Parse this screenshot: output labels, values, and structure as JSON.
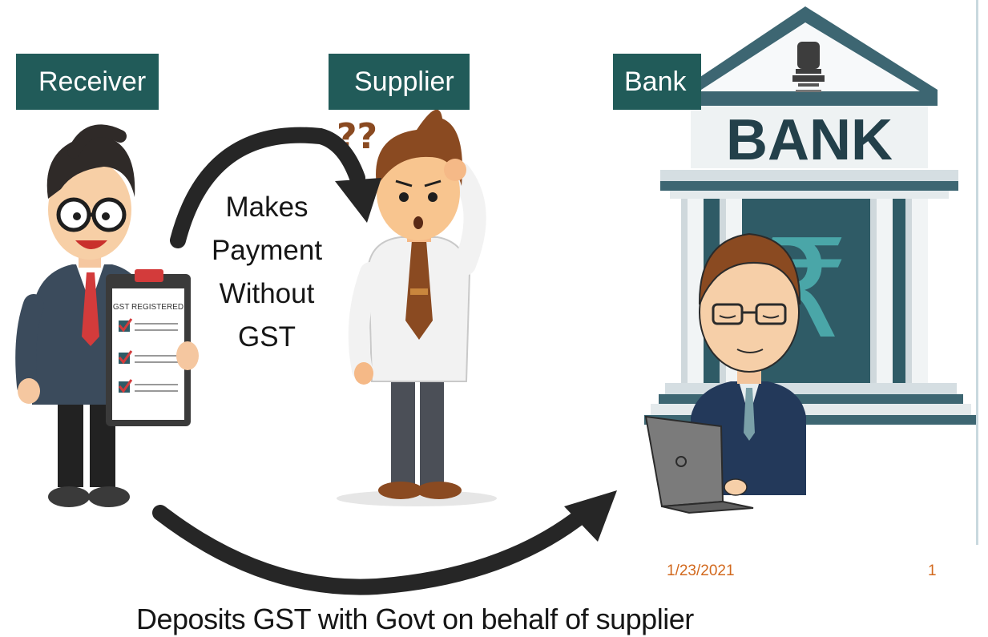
{
  "labels": {
    "receiver": "Receiver",
    "supplier": "Supplier",
    "bank": "Bank"
  },
  "clipboard_title": "GST REGISTERED",
  "bank_sign": "BANK",
  "currency_symbol": "₹",
  "question_marks": "??",
  "arrow_top_text": [
    "Makes",
    "Payment",
    "Without",
    "GST"
  ],
  "arrow_bottom_text": "Deposits GST with Govt on behalf of supplier",
  "footer": {
    "date": "1/23/2021",
    "page": "1"
  },
  "colors": {
    "label_bg": "#215b59",
    "label_text": "#ffffff",
    "arrow": "#262626",
    "footer_text": "#d2691e",
    "bank_text": "#23404a"
  }
}
